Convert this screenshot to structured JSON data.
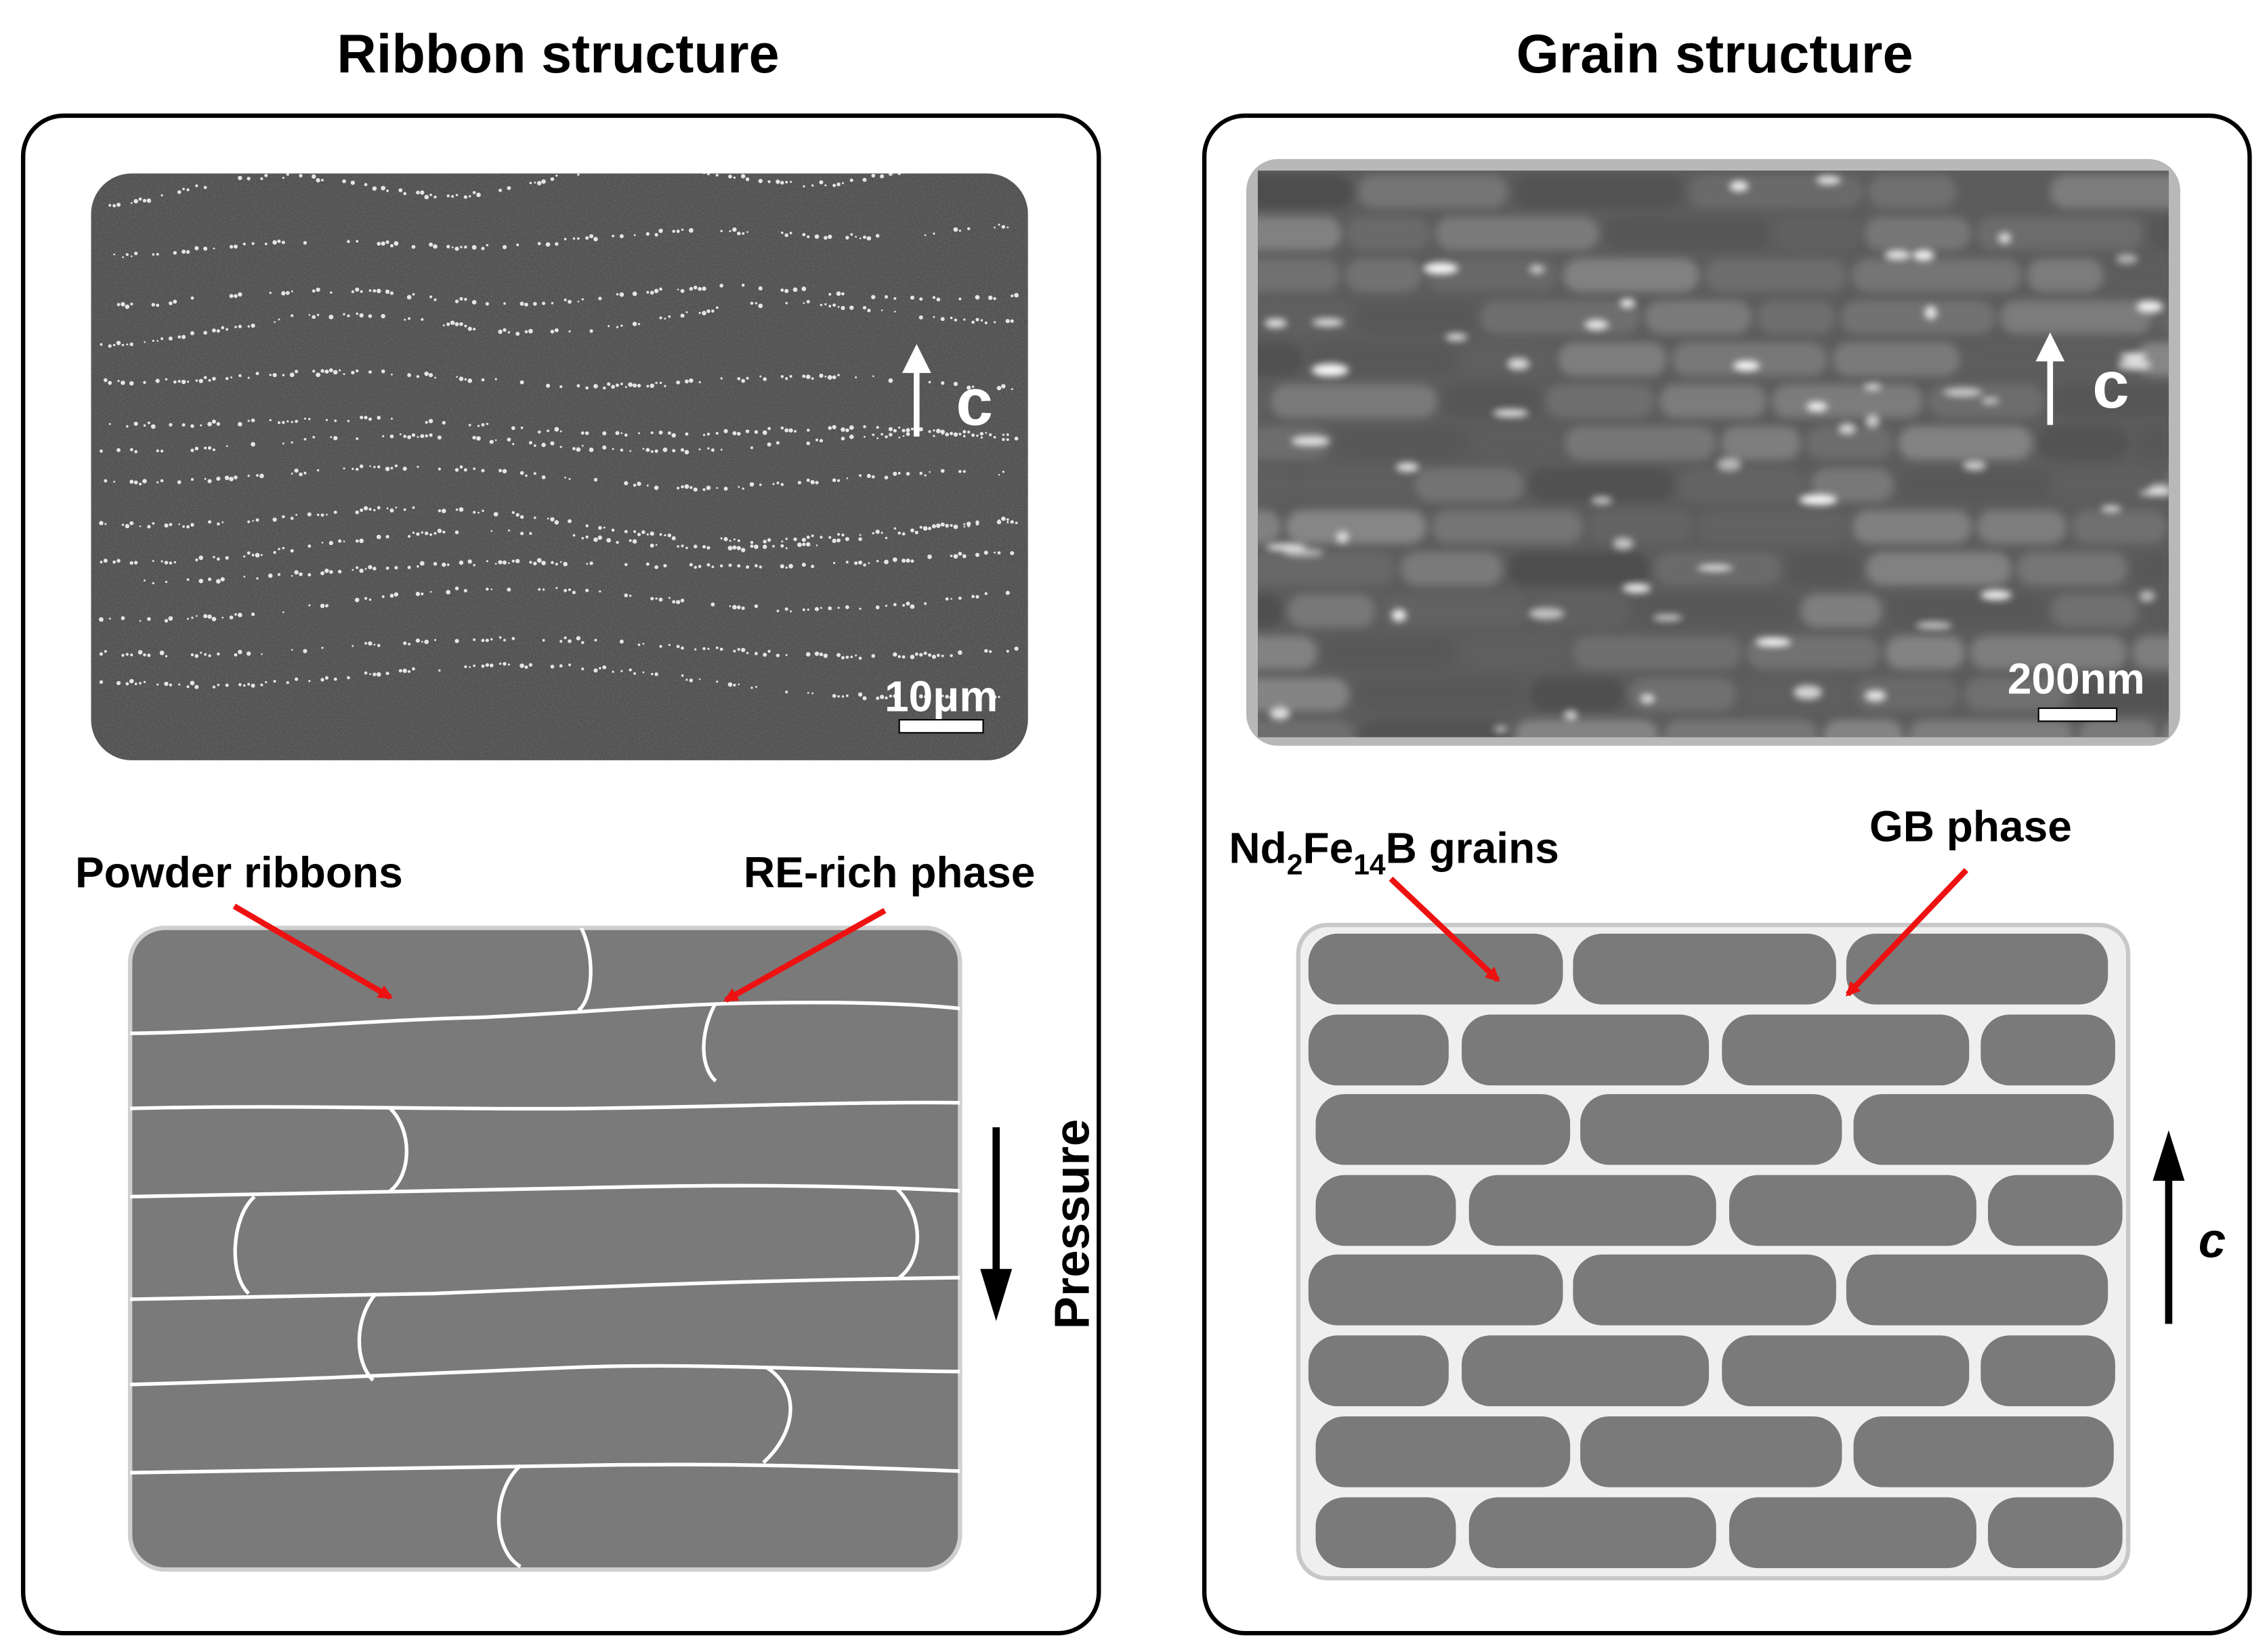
{
  "panels": {
    "left": {
      "title": "Ribbon structure",
      "micrograph": {
        "axis_label": "c",
        "scale_bar": "10μm"
      },
      "schematic": {
        "label_powder": "Powder ribbons",
        "label_re_rich": "RE-rich phase",
        "pressure_label": "Pressure"
      }
    },
    "right": {
      "title": "Grain structure",
      "micrograph": {
        "axis_label": "c",
        "scale_bar": "200nm"
      },
      "schematic": {
        "label_grains": {
          "nd": "Nd",
          "nd_sub": "2",
          "fe": "Fe",
          "fe_sub": "14",
          "tail": "B grains"
        },
        "label_gb": "GB phase",
        "c_axis_label": "c"
      }
    }
  },
  "colors": {
    "frame": "#000000",
    "grain_fill": "#7a7a7a",
    "micrograph_left_bg": "#4a4a4a",
    "micrograph_right_bg": "#5c5c5c",
    "boundary_line": "#ffffff",
    "gb_phase": "#efefef",
    "arrow_red": "#ee1111"
  }
}
